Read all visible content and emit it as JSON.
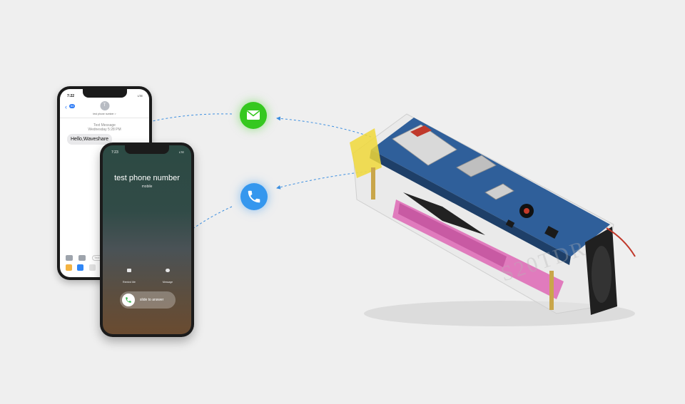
{
  "sms_phone": {
    "status_time": "7:22",
    "status_indicators": "LTE",
    "back_count": "64",
    "contact_initial": "T",
    "contact_name": "test phone number >",
    "message_kind": "Text Message",
    "message_time": "Wednesday 5:28 PM",
    "message_text": "Hello,Waveshare",
    "composer_placeholder": "Text"
  },
  "call_phone": {
    "status_time": "7:23",
    "status_indicators": "LTE",
    "caller_name": "test phone number",
    "caller_subtitle": "mobile",
    "action_remind": "Remind Me",
    "action_message": "Message",
    "slide_text": "slide to answer"
  },
  "icons": {
    "mail": "envelope-icon",
    "call": "phone-handset-icon",
    "answer": "phone-handset-icon"
  },
  "colors": {
    "background": "#efefef",
    "mail_badge": "#35c81f",
    "call_badge": "#3597ee",
    "arrow": "#3d8fe0",
    "pcb": "#2f5f9a"
  },
  "watermark": "S20TDR"
}
